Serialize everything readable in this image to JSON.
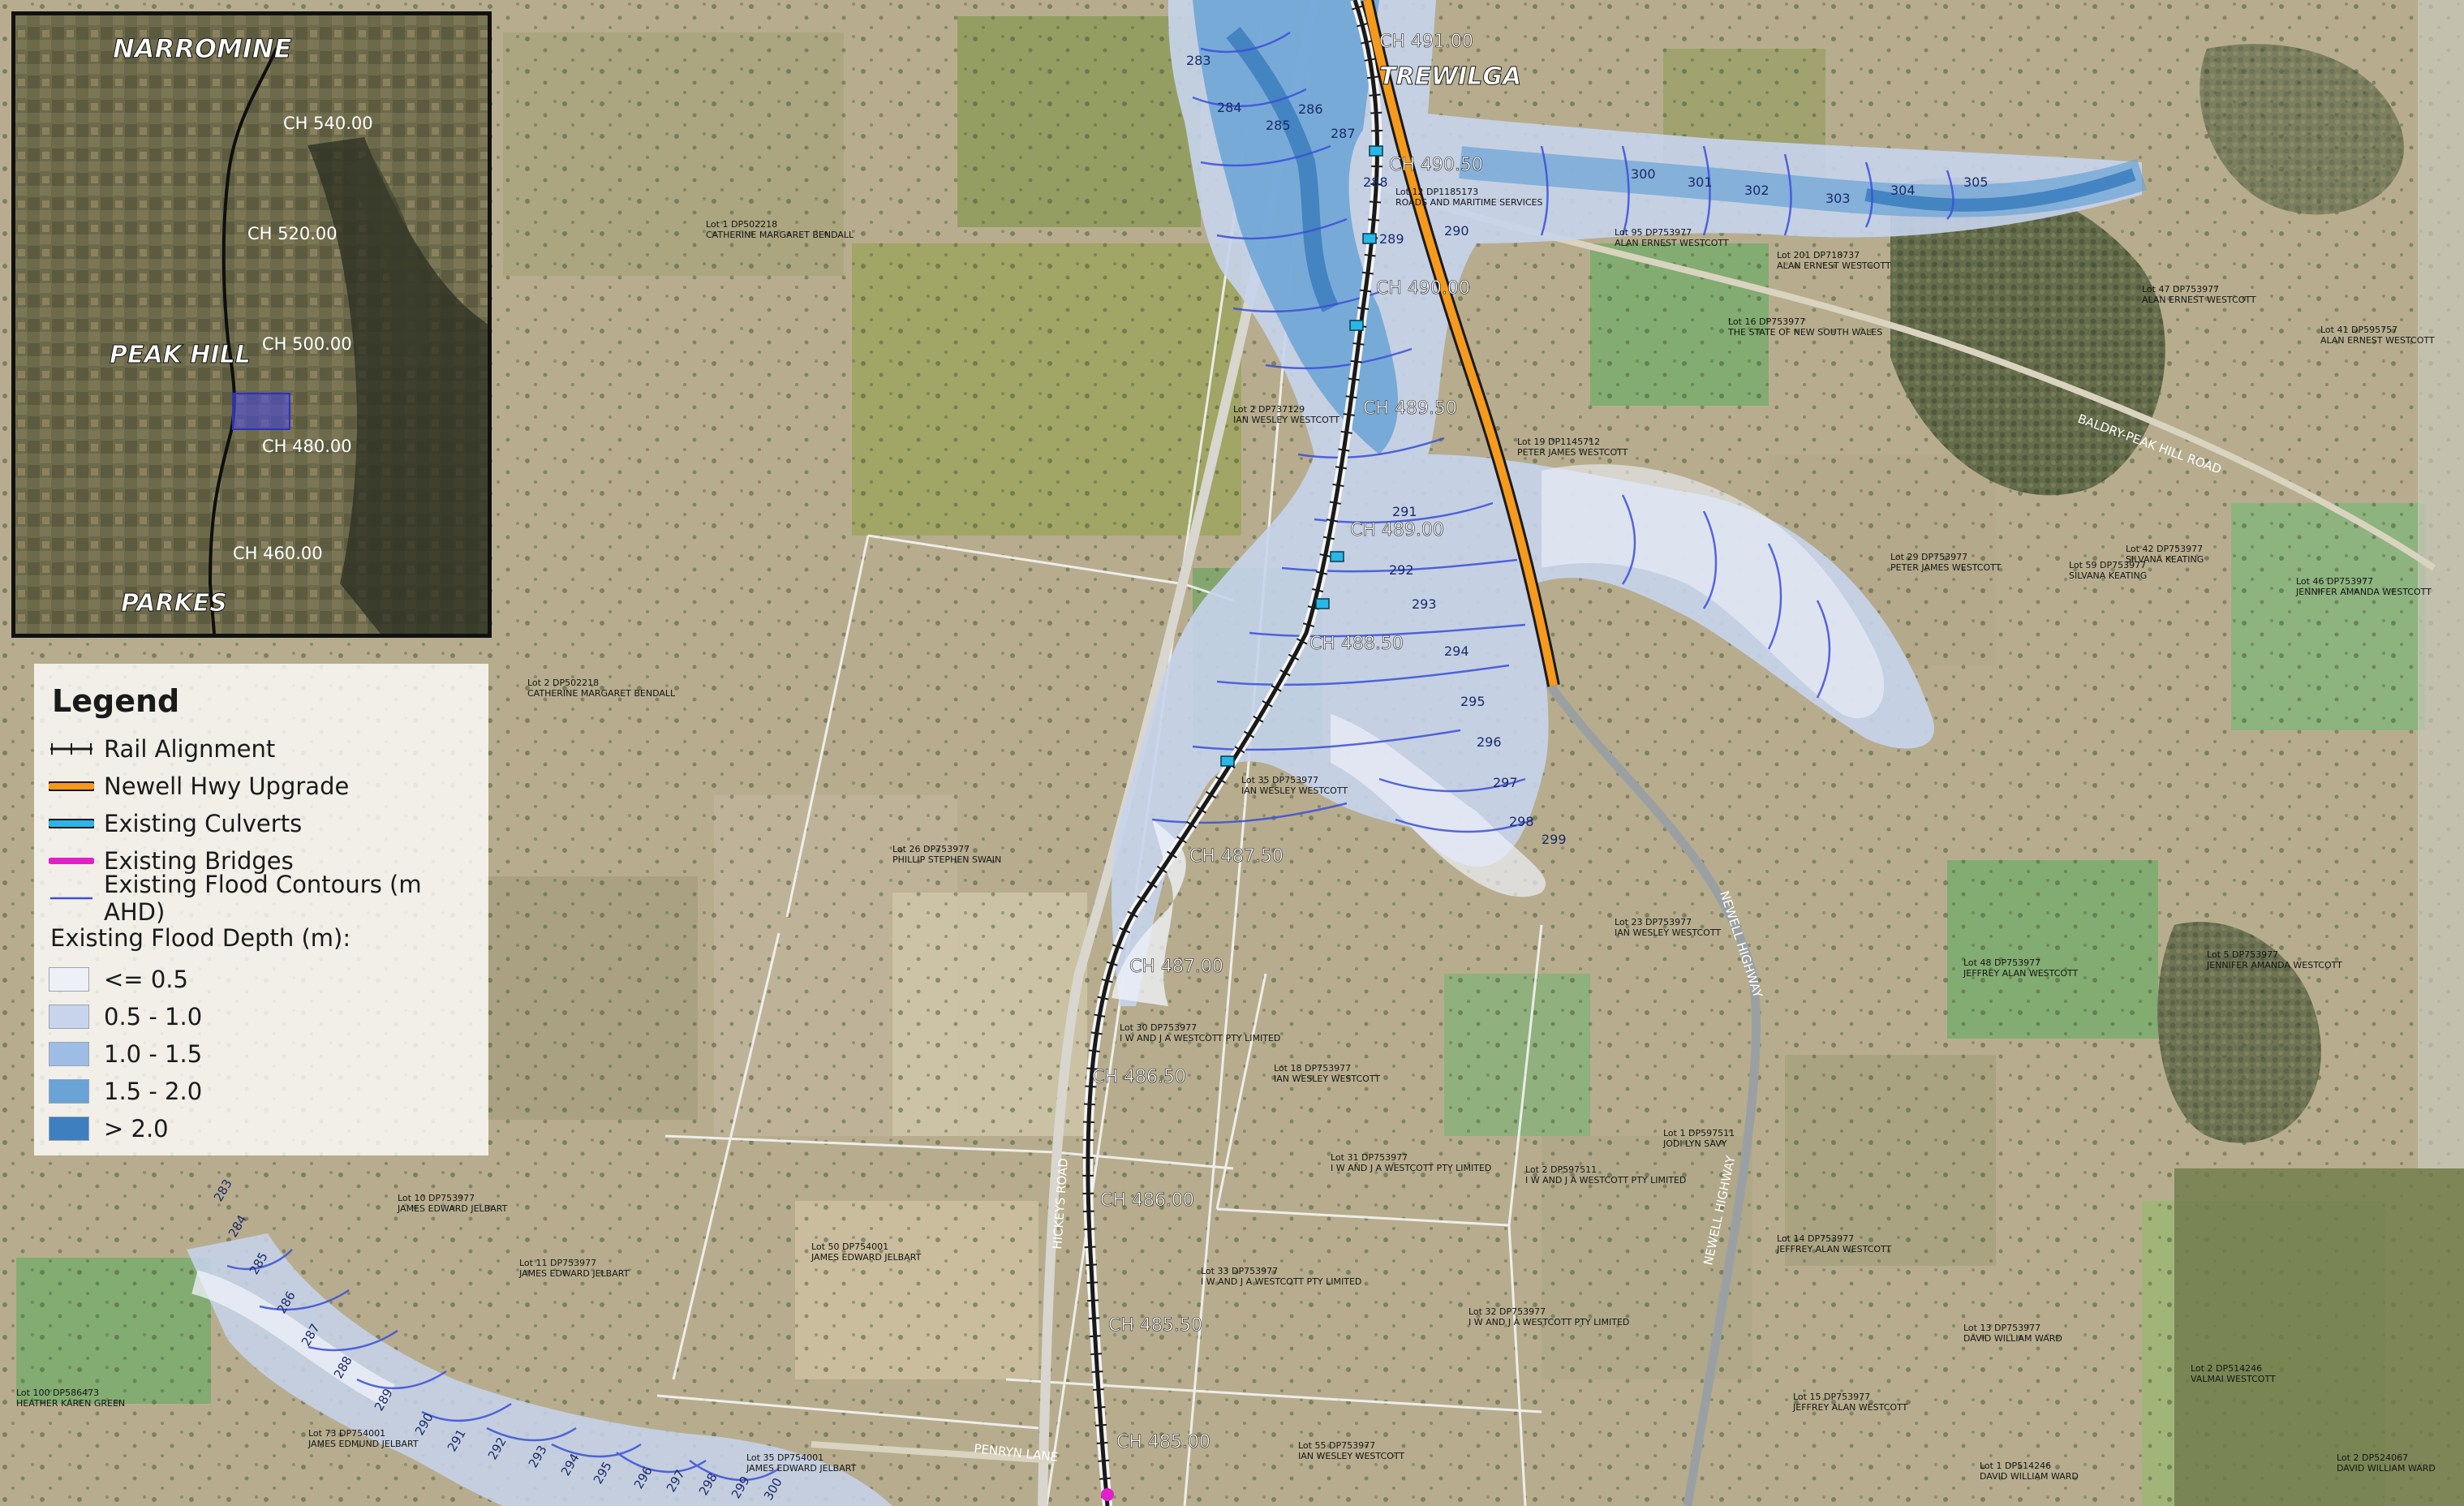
{
  "colors": {
    "rail": "#1a1a1a",
    "highway": "#f59a1c",
    "culvert": "#29b6e8",
    "bridge": "#e020c8",
    "contour": "#3b4fd8",
    "depth": [
      "#eef0f8",
      "#c7d4ec",
      "#9dbde4",
      "#6aa3d6",
      "#3d7fbf"
    ]
  },
  "inset": {
    "towns": [
      "NARROMINE",
      "PEAK HILL",
      "PARKES"
    ],
    "chainages": [
      "CH 540.00",
      "CH 520.00",
      "CH 500.00",
      "CH 480.00",
      "CH 460.00"
    ]
  },
  "legend": {
    "title": "Legend",
    "items": [
      {
        "label": "Rail Alignment",
        "icon": "rail-line-icon"
      },
      {
        "label": "Newell Hwy Upgrade",
        "icon": "highway-line-icon"
      },
      {
        "label": "Existing Culverts",
        "icon": "culvert-line-icon"
      },
      {
        "label": "Existing Bridges",
        "icon": "bridge-line-icon"
      },
      {
        "label": "Existing Flood Contours (m AHD)",
        "icon": "contour-line-icon"
      }
    ],
    "depth_title": "Existing Flood Depth (m):",
    "depth_classes": [
      "<= 0.5",
      "0.5 - 1.0",
      "1.0 - 1.5",
      "1.5 - 2.0",
      "> 2.0"
    ]
  },
  "map": {
    "town": "TREWILGA",
    "chainages": [
      "CH 491.00",
      "CH 490.50",
      "CH 490.00",
      "CH 489.50",
      "CH 489.00",
      "CH 488.50",
      "CH 487.50",
      "CH 487.00",
      "CH 486.50",
      "CH 486.00",
      "CH 485.50",
      "CH 485.00"
    ],
    "roads": [
      "BALDRY-PEAK HILL ROAD",
      "NEWELL HIGHWAY",
      "NEWELL HIGHWAY",
      "HICKEYS ROAD",
      "PENRYN LANE"
    ],
    "contours_north": [
      "283",
      "284",
      "285",
      "286",
      "287",
      "288",
      "289",
      "290",
      "291",
      "292",
      "293",
      "294",
      "295",
      "296",
      "297",
      "298",
      "299",
      "300",
      "301",
      "302",
      "303",
      "304",
      "305"
    ],
    "contours_southwest": [
      "283",
      "284",
      "285",
      "286",
      "287",
      "288",
      "289",
      "290",
      "291",
      "292",
      "293",
      "294",
      "295",
      "296",
      "297",
      "298",
      "299",
      "300"
    ],
    "lots": [
      "Lot 1 DP502218 CATHERINE MARGARET BENDALL",
      "Lot 2 DP502218 CATHERINE MARGARET BENDALL",
      "Lot 12 DP1185173 ROADS AND MARITIME SERVICES",
      "Lot 95 DP753977 ALAN ERNEST WESTCOTT",
      "Lot 201 DP718737 ALAN ERNEST WESTCOTT",
      "Lot 16 DP753977 THE STATE OF NEW SOUTH WALES",
      "Lot 19 DP1145712 PETER JAMES WESTCOTT",
      "Lot 29 DP753977 PETER JAMES WESTCOTT",
      "Lot 59 DP753977 SILVANA KEATING",
      "Lot 42 DP753977 SILVANA KEATING",
      "Lot 46 DP753977 JENNIFER AMANDA WESTCOTT",
      "Lot 41 DP595757 ALAN ERNEST WESTCOTT",
      "Lot 47 DP753977 ALAN ERNEST WESTCOTT",
      "Lot 26 DP753977 PHILLIP STEPHEN SWAIN",
      "Lot 35 DP753977 IAN WESLEY WESTCOTT",
      "Lot 2 DP737129 IAN WESLEY WESTCOTT",
      "Lot 23 DP753977 IAN WESLEY WESTCOTT",
      "Lot 48 DP753977 JEFFREY ALAN WESTCOTT",
      "Lot 5 DP753977 JENNIFER AMANDA WESTCOTT",
      "Lot 30 DP753977 I W AND J A WESTCOTT PTY LIMITED",
      "Lot 18 DP753977 IAN WESLEY WESTCOTT",
      "Lot 31 DP753977 I W AND J A WESTCOTT PTY LIMITED",
      "Lot 2 DP597511 I W AND J A WESTCOTT PTY LIMITED",
      "Lot 1 DP597511 JODI LYN SAVY",
      "Lot 10 DP753977 JAMES EDWARD JELBART",
      "Lot 11 DP753977 JAMES EDWARD JELBART",
      "Lot 50 DP754001 JAMES EDWARD JELBART",
      "Lot 33 DP753977 I W AND J A WESTCOTT PTY LIMITED",
      "Lot 32 DP753977 I W AND J A WESTCOTT PTY LIMITED",
      "Lot 14 DP753977 JEFFREY ALAN WESTCOTT",
      "Lot 15 DP753977 JEFFREY ALAN WESTCOTT",
      "Lot 13 DP753977 DAVID WILLIAM WARD",
      "Lot 2 DP514246 VALMAI WESTCOTT",
      "Lot 1 DP514246 DAVID WILLIAM WARD",
      "Lot 2 DP524067 DAVID WILLIAM WARD",
      "Lot 55 DP753977 IAN WESLEY WESTCOTT",
      "Lot 100 DP586473 HEATHER KAREN GREEN",
      "Lot 73 DP754001 JAMES EDMUND JELBART",
      "Lot 35 DP754001 JAMES EDWARD JELBART"
    ]
  }
}
